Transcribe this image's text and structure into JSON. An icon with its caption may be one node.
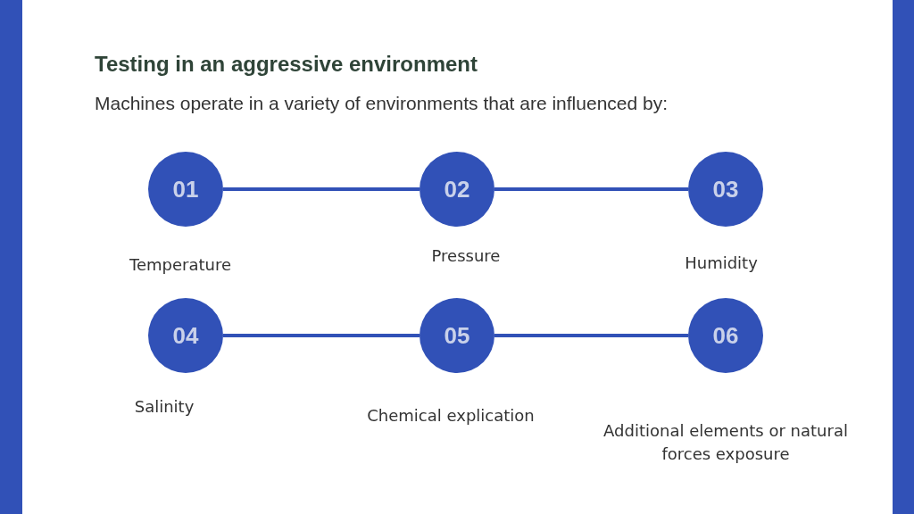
{
  "diagram": {
    "title": "Testing in an aggressive environment",
    "caption": "Machines operate in a variety of environments that are influenced by:",
    "nodes": [
      {
        "text": [
          "01"
        ],
        "beside": [
          "Temperature"
        ]
      },
      {
        "text": [
          "02"
        ],
        "beside": [
          "Pressure"
        ]
      },
      {
        "text": [
          "03"
        ],
        "beside": [
          "Humidity"
        ]
      },
      {
        "text": [
          "04"
        ],
        "beside": [
          "Salinity"
        ]
      },
      {
        "text": [
          "05"
        ],
        "beside": [
          "Chemical explication"
        ]
      },
      {
        "text": [
          "06"
        ],
        "beside": [
          "Additional elements or natural forces exposure"
        ]
      }
    ],
    "edges": [
      {
        "from": 0,
        "to": 1,
        "arrow": "none"
      },
      {
        "from": 1,
        "to": 2,
        "arrow": "none"
      },
      {
        "from": 3,
        "to": 4,
        "arrow": "none"
      },
      {
        "from": 4,
        "to": 5,
        "arrow": "none"
      }
    ]
  }
}
